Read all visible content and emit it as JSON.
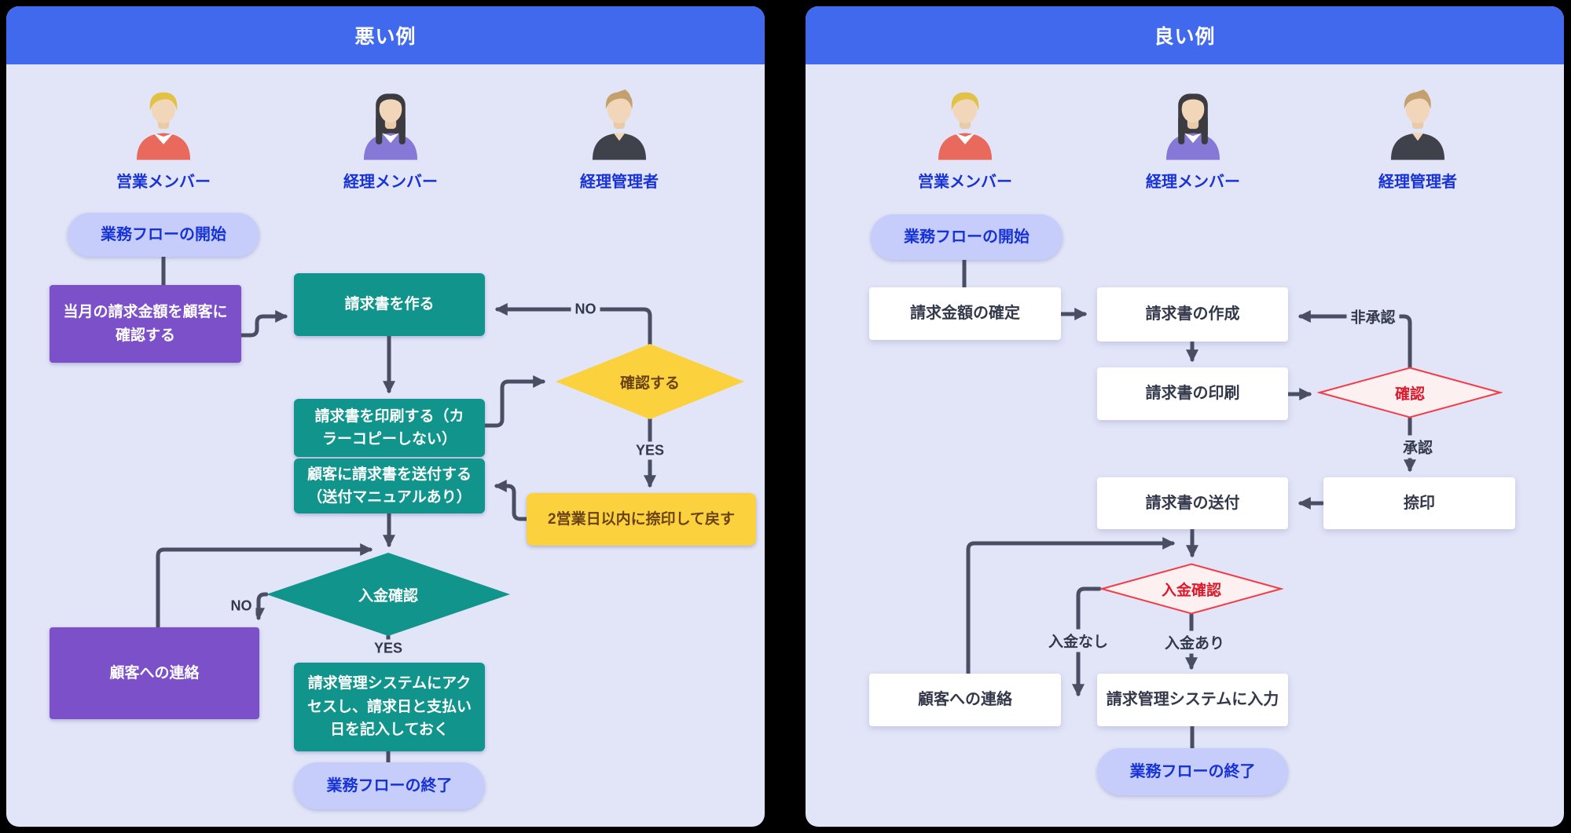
{
  "bad": {
    "title": "悪い例",
    "persons": [
      "営業メンバー",
      "経理メンバー",
      "経理管理者"
    ],
    "start": "業務フローの開始",
    "end": "業務フローの終了",
    "nodes": {
      "confirm_amount": "当月の請求金額を顧客に\n確認する",
      "create_invoice": "請求書を作る",
      "check": "確認する",
      "print_invoice": "請求書を印刷する（カ\nラーコピーしない）",
      "send_invoice": "顧客に請求書を送付する\n（送付マニュアルあり）",
      "stamp_return": "2営業日以内に捺印して戻す",
      "payment_check": "入金確認",
      "contact_customer": "顧客への連絡",
      "enter_system": "請求管理システムにアク\nセスし、請求日と支払い\n日を記入しておく"
    },
    "labels": {
      "no_top": "NO",
      "yes_top": "YES",
      "no_bottom": "NO",
      "yes_bottom": "YES"
    }
  },
  "good": {
    "title": "良い例",
    "persons": [
      "営業メンバー",
      "経理メンバー",
      "経理管理者"
    ],
    "start": "業務フローの開始",
    "end": "業務フローの終了",
    "nodes": {
      "fix_amount": "請求金額の確定",
      "create_invoice": "請求書の作成",
      "print_invoice": "請求書の印刷",
      "check": "確認",
      "stamp": "捺印",
      "send_invoice": "請求書の送付",
      "payment_check": "入金確認",
      "contact_customer": "顧客への連絡",
      "enter_system": "請求管理システムに入力"
    },
    "labels": {
      "reject": "非承認",
      "approve": "承認",
      "no_payment": "入金なし",
      "payment": "入金あり"
    }
  },
  "colors": {
    "header_blue": "#4169EE",
    "panel_bg": "#E2E4F8",
    "pill_bg": "#C6CDFA",
    "pill_text": "#1733D6",
    "purple": "#7B50C8",
    "teal": "#11948C",
    "yellow": "#FBD23E",
    "yellow_text": "#6B4312",
    "white_box_text": "#33384B",
    "arrow": "#494E63",
    "alert_border": "#F23D49",
    "alert_bg": "#FCF0F1",
    "alert_text": "#DD1A2C"
  }
}
